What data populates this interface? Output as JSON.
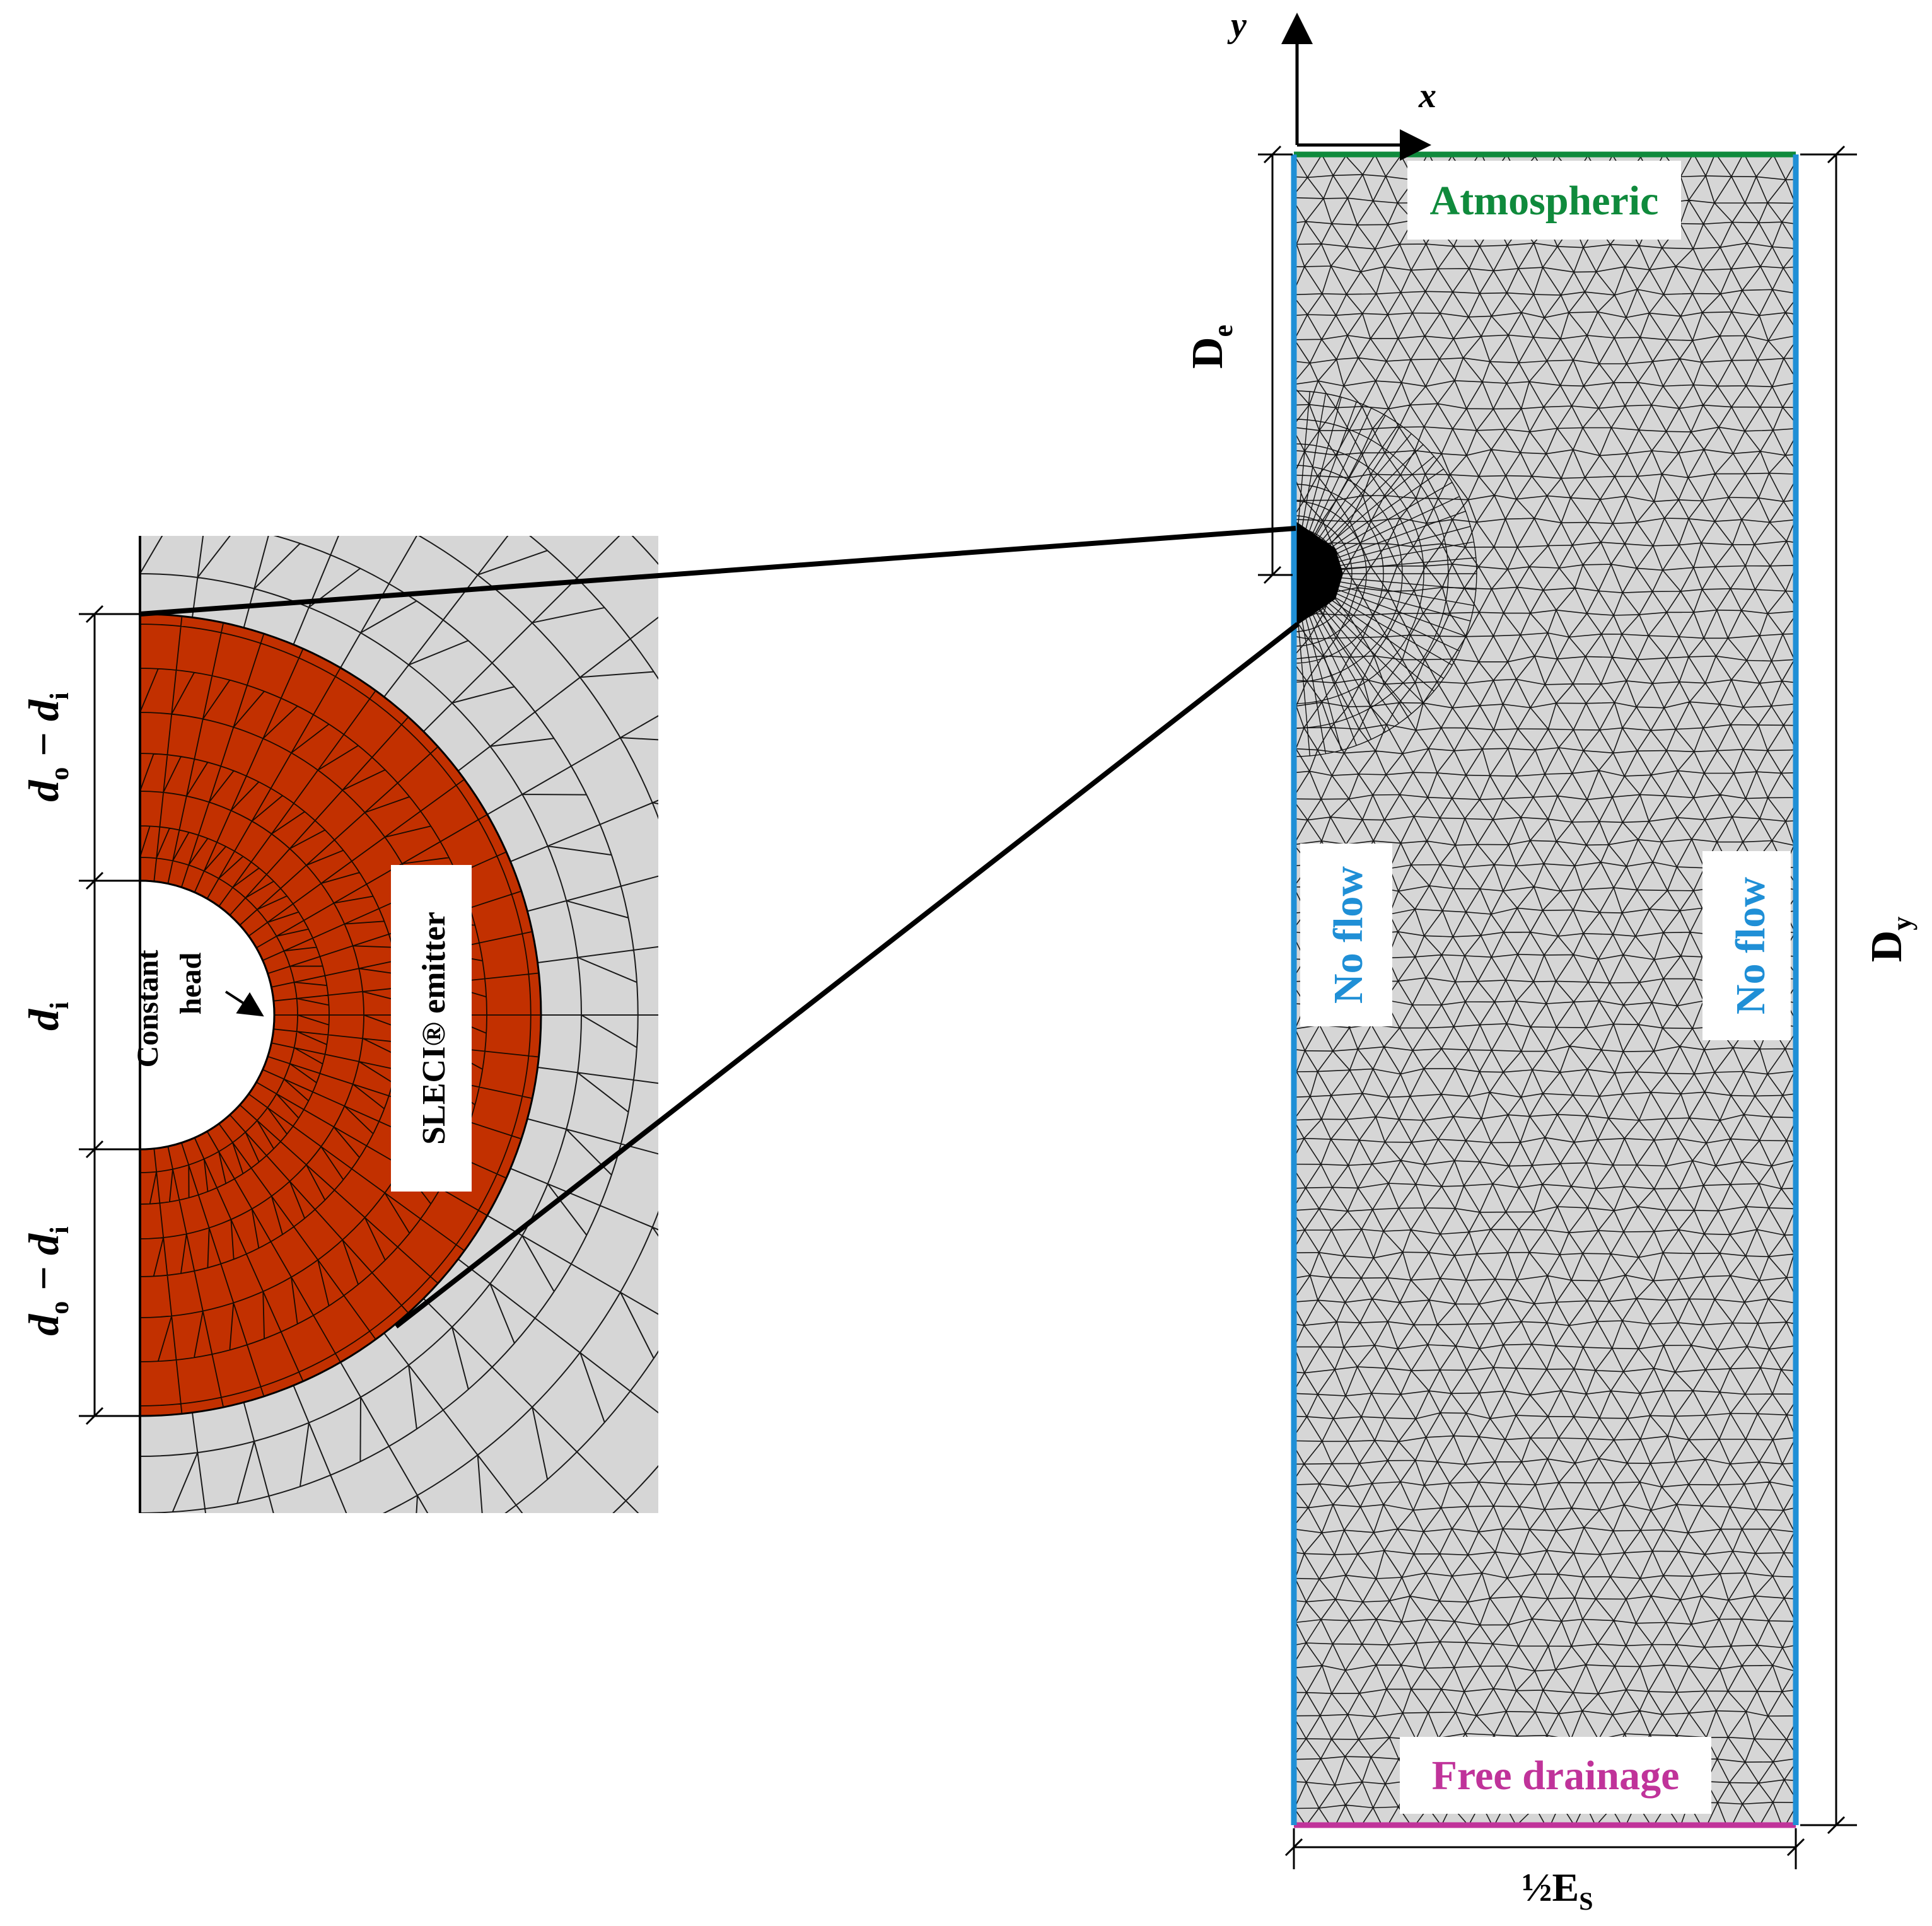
{
  "colors": {
    "mesh_fill": "#d6d6d6",
    "mesh_line": "#1a1a1a",
    "emitter_fill": "#c23000",
    "no_flow": "#1f8fd6",
    "atmospheric": "#0f8a3c",
    "free_drainage": "#c0339a",
    "line": "#000000"
  },
  "axes": {
    "y": "y",
    "x": "x"
  },
  "domain_labels": {
    "top_boundary": "Atmospheric",
    "bottom_boundary": "Free drainage",
    "left_boundary": "No flow",
    "right_boundary": "No flow"
  },
  "dimensions": {
    "depth_emitter": {
      "main": "D",
      "sub": "e"
    },
    "depth_total": {
      "main": "D",
      "sub": "y"
    },
    "half_spacing": {
      "main": "½E",
      "sub": "S"
    }
  },
  "inset": {
    "emitter_label": "SLECI® emitter",
    "constant_head_line1": "Constant",
    "constant_head_line2": "head",
    "dim_upper": {
      "a": "d",
      "a_sub": "o",
      "op": " − ",
      "b": "d",
      "b_sub": "i"
    },
    "dim_middle": {
      "a": "d",
      "a_sub": "i"
    },
    "dim_lower": {
      "a": "d",
      "a_sub": "o",
      "op": " − ",
      "b": "d",
      "b_sub": "i"
    }
  }
}
